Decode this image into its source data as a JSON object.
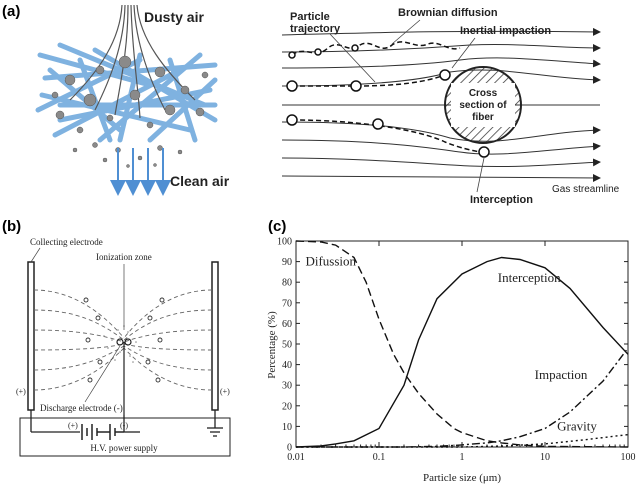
{
  "panel_a": {
    "label": "(a)",
    "dusty_air": "Dusty air",
    "clean_air": "Clean air",
    "particle_trajectory_1": "Particle",
    "particle_trajectory_2": "trajectory",
    "brownian_diffusion": "Brownian diffusion",
    "inertial_impaction": "Inertial impaction",
    "fiber_1": "Cross",
    "fiber_2": "section of",
    "fiber_3": "fiber",
    "gas_streamline": "Gas streamline",
    "interception": "Interception",
    "colors": {
      "fiber": "#7fb2e0",
      "arrow": "#4f8fd3",
      "particle": "#8a8a8a"
    }
  },
  "panel_b": {
    "label": "(b)",
    "collecting_electrode": "Collecting electrode",
    "ionization_zone": "Ionization zone",
    "discharge_electrode": "Discharge electrode (-)",
    "power_supply": "H.V. power supply",
    "plus_left": "(+)",
    "plus_right": "(+)",
    "plus_battery": "(+)",
    "minus_battery": "(-)"
  },
  "panel_c": {
    "label": "(c)",
    "chart_data": {
      "type": "line",
      "xlabel": "Particle size (μm)",
      "ylabel": "Percentage (%)",
      "xscale": "log",
      "xlim": [
        0.01,
        100
      ],
      "ylim": [
        0,
        100
      ],
      "xticks": [
        "0.01",
        "0.1",
        "1",
        "10",
        "100"
      ],
      "yticks": [
        "0",
        "10",
        "20",
        "30",
        "40",
        "50",
        "60",
        "70",
        "80",
        "90",
        "100"
      ],
      "grid": false,
      "series": [
        {
          "name": "Difussion",
          "style": "dashed",
          "points": [
            [
              0.01,
              100
            ],
            [
              0.02,
              99.5
            ],
            [
              0.03,
              98
            ],
            [
              0.05,
              92
            ],
            [
              0.07,
              80
            ],
            [
              0.1,
              62
            ],
            [
              0.15,
              45
            ],
            [
              0.2,
              36
            ],
            [
              0.3,
              26
            ],
            [
              0.5,
              16
            ],
            [
              0.8,
              9
            ],
            [
              1,
              7
            ],
            [
              2,
              3
            ],
            [
              3,
              2
            ],
            [
              5,
              1
            ],
            [
              10,
              0.3
            ],
            [
              100,
              0
            ]
          ]
        },
        {
          "name": "Interception",
          "style": "solid",
          "points": [
            [
              0.01,
              0
            ],
            [
              0.02,
              0.5
            ],
            [
              0.03,
              1.5
            ],
            [
              0.05,
              3
            ],
            [
              0.1,
              9
            ],
            [
              0.2,
              30
            ],
            [
              0.3,
              52
            ],
            [
              0.5,
              72
            ],
            [
              1,
              84
            ],
            [
              2,
              90
            ],
            [
              3,
              92
            ],
            [
              5,
              91
            ],
            [
              10,
              87
            ],
            [
              20,
              77
            ],
            [
              50,
              58
            ],
            [
              100,
              45
            ]
          ]
        },
        {
          "name": "Impaction",
          "style": "dashdot",
          "points": [
            [
              0.01,
              0
            ],
            [
              0.2,
              0
            ],
            [
              0.5,
              0.3
            ],
            [
              1,
              1
            ],
            [
              2,
              2
            ],
            [
              3,
              3
            ],
            [
              5,
              5
            ],
            [
              10,
              9
            ],
            [
              20,
              17
            ],
            [
              50,
              32
            ],
            [
              100,
              48
            ]
          ]
        },
        {
          "name": "Gravity",
          "style": "dotted",
          "points": [
            [
              0.01,
              0
            ],
            [
              1,
              0
            ],
            [
              3,
              0.5
            ],
            [
              10,
              1.5
            ],
            [
              30,
              3.5
            ],
            [
              100,
              6
            ]
          ]
        }
      ]
    }
  }
}
